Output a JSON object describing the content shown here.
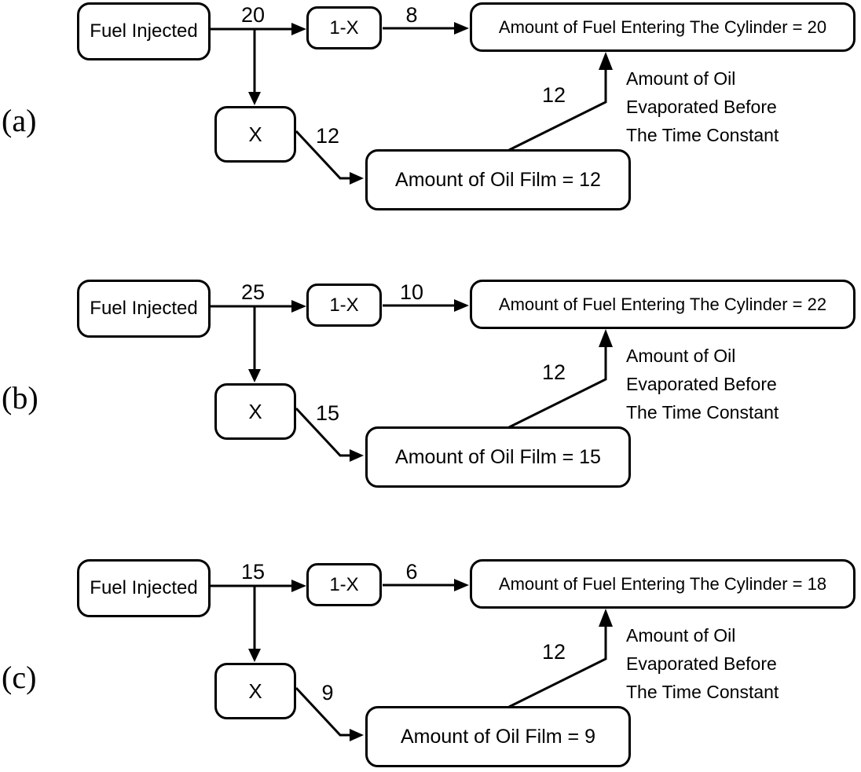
{
  "colors": {
    "line": "#000000",
    "background": "#ffffff"
  },
  "sections": [
    {
      "panel_label": "(a)",
      "fuel_label": "Fuel Injected",
      "injected_value": "20",
      "split_label": "1-X",
      "entering_flow_value": "8",
      "cylinder_label": "Amount of Fuel Entering The Cylinder = 20",
      "fraction_label": "X",
      "film_flow_value": "12",
      "film_label": "Amount of Oil Film = 12",
      "evaporated_value": "12",
      "note_lines": [
        "Amount of Oil",
        "Evaporated Before",
        "The Time Constant"
      ]
    },
    {
      "panel_label": "(b)",
      "fuel_label": "Fuel Injected",
      "injected_value": "25",
      "split_label": "1-X",
      "entering_flow_value": "10",
      "cylinder_label": "Amount of Fuel Entering The Cylinder = 22",
      "fraction_label": "X",
      "film_flow_value": "15",
      "film_label": "Amount of Oil Film = 15",
      "evaporated_value": "12",
      "note_lines": [
        "Amount of Oil",
        "Evaporated Before",
        "The Time Constant"
      ]
    },
    {
      "panel_label": "(c)",
      "fuel_label": "Fuel Injected",
      "injected_value": "15",
      "split_label": "1-X",
      "entering_flow_value": "6",
      "cylinder_label": "Amount of Fuel Entering The Cylinder = 18",
      "fraction_label": "X",
      "film_flow_value": "9",
      "film_label": "Amount of Oil Film = 9",
      "evaporated_value": "12",
      "note_lines": [
        "Amount of Oil",
        "Evaporated Before",
        "The Time Constant"
      ]
    }
  ]
}
